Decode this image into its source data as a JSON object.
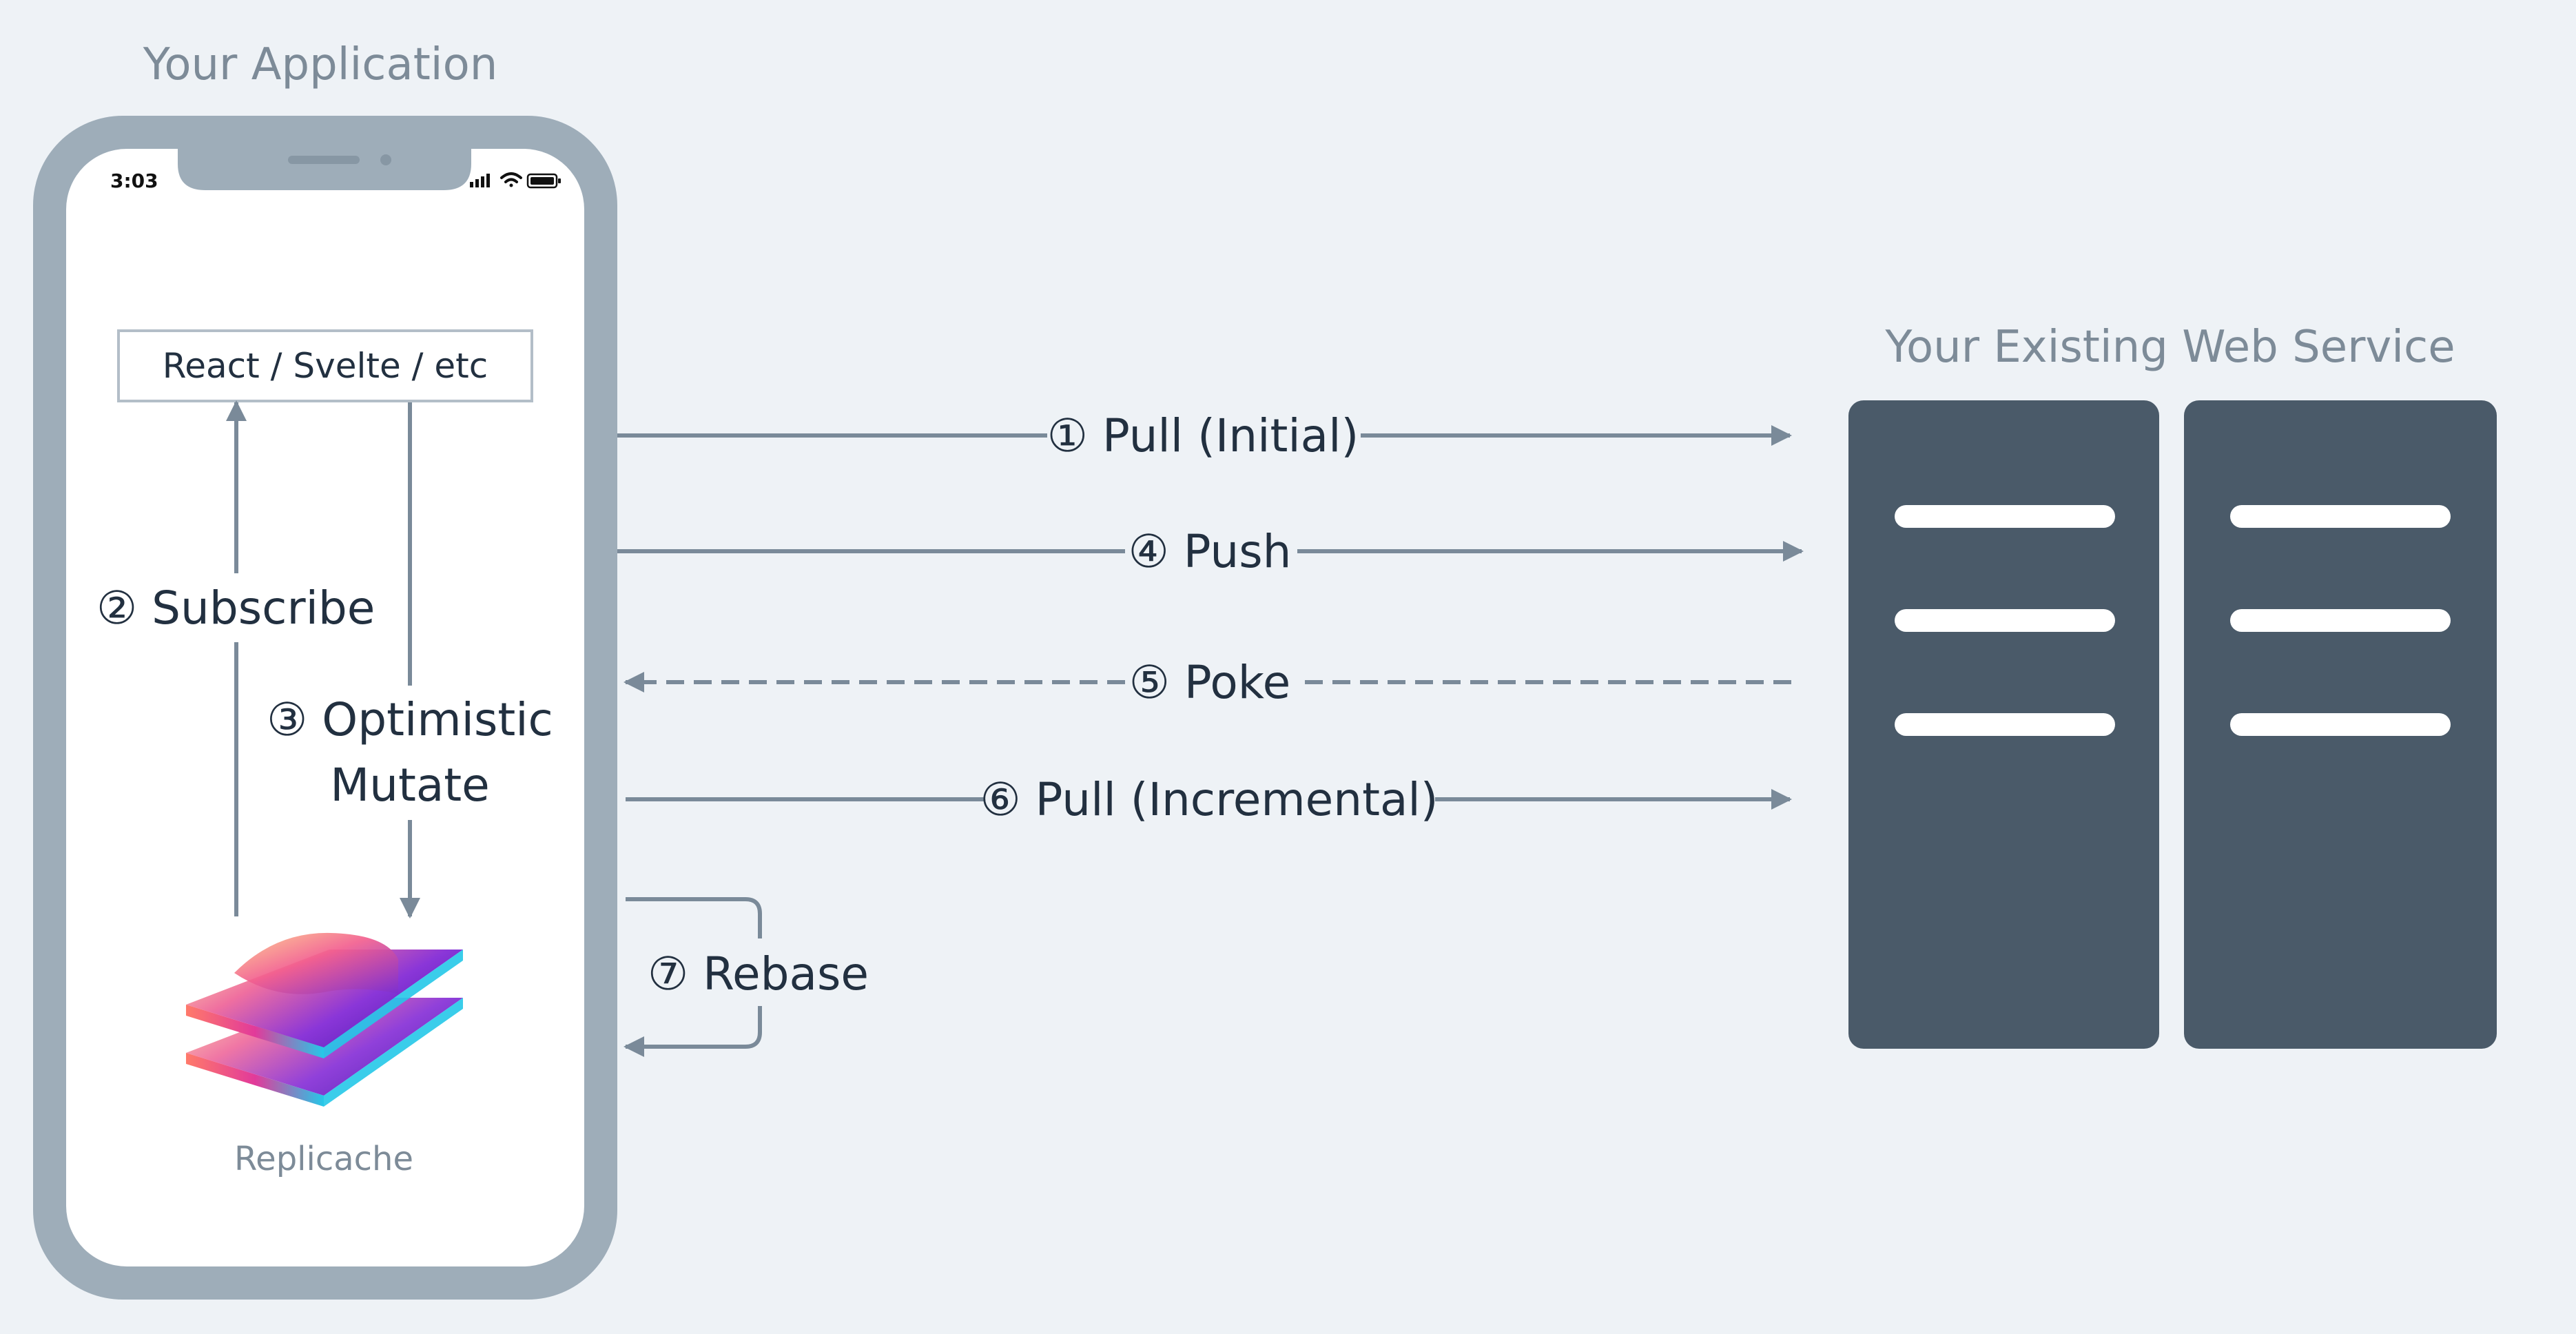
{
  "app": {
    "title": "Your Application",
    "status_time": "3:03",
    "framework_label": "React / Svelte / etc",
    "library_label": "Replicache"
  },
  "service": {
    "title": "Your Existing Web Service"
  },
  "flows": {
    "subscribe": "② Subscribe",
    "optimistic_line1": "③ Optimistic",
    "optimistic_line2": "Mutate",
    "pull_initial": "① Pull (Initial)",
    "push": "④ Push",
    "poke": "⑤ Poke",
    "pull_incremental": "⑥ Pull (Incremental)",
    "rebase": "⑦ Rebase"
  },
  "colors": {
    "background": "#eef2f6",
    "phone_frame": "#9eadb9",
    "screen": "#ffffff",
    "server": "#4a5a69",
    "server_lines": "#ffffff",
    "arrow": "#7a8a99",
    "dark_text": "#223040",
    "muted_text": "#7d8b98"
  },
  "icons": [
    "signal-icon",
    "wifi-icon",
    "battery-icon",
    "replicache-logo",
    "server-rack-icon"
  ]
}
